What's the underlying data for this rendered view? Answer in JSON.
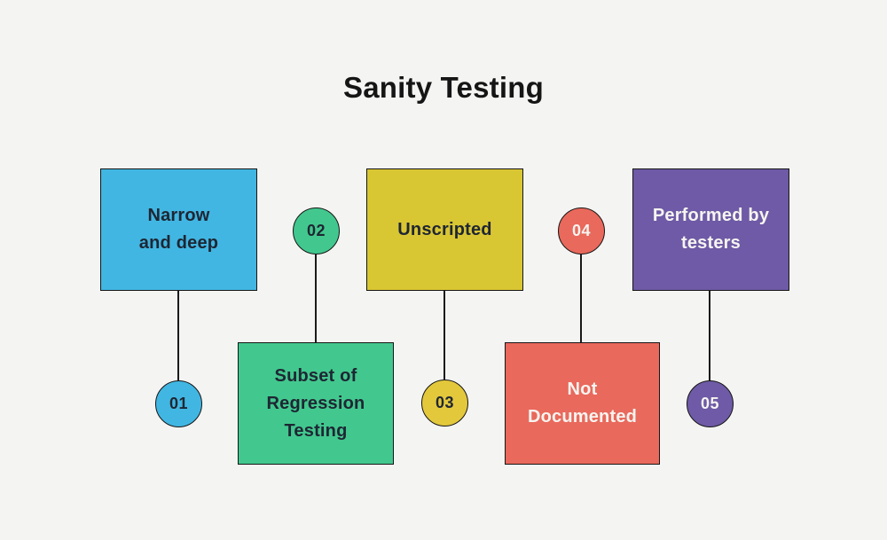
{
  "title": "Sanity Testing",
  "diagram": {
    "background_color": "#f4f4f2",
    "line_color": "#1a1a1a",
    "border_color": "#161616",
    "boxes": [
      {
        "id": "narrow-and-deep",
        "label": "Narrow\nand deep",
        "color": "#41b6e2",
        "text_color": "#1e2633"
      },
      {
        "id": "subset-of-regression-testing",
        "label": "Subset of\nRegression\nTesting",
        "color": "#42c88e",
        "text_color": "#1e2633"
      },
      {
        "id": "unscripted",
        "label": "Unscripted",
        "color": "#d9c633",
        "text_color": "#1e2633"
      },
      {
        "id": "not-documented",
        "label": "Not\nDocumented",
        "color": "#e9695c",
        "text_color": "#f6f4f0"
      },
      {
        "id": "performed-by-testers",
        "label": "Performed by\ntesters",
        "color": "#6e5aa6",
        "text_color": "#f6f4f0"
      }
    ],
    "badges": [
      {
        "number": "01",
        "color": "#41b6e2",
        "text_color": "#1e2633"
      },
      {
        "number": "02",
        "color": "#42c88e",
        "text_color": "#1e2633"
      },
      {
        "number": "03",
        "color": "#e3c83c",
        "text_color": "#1e2633"
      },
      {
        "number": "04",
        "color": "#e9695c",
        "text_color": "#f6f4f0"
      },
      {
        "number": "05",
        "color": "#6e5aa6",
        "text_color": "#f6f4f0"
      }
    ]
  }
}
